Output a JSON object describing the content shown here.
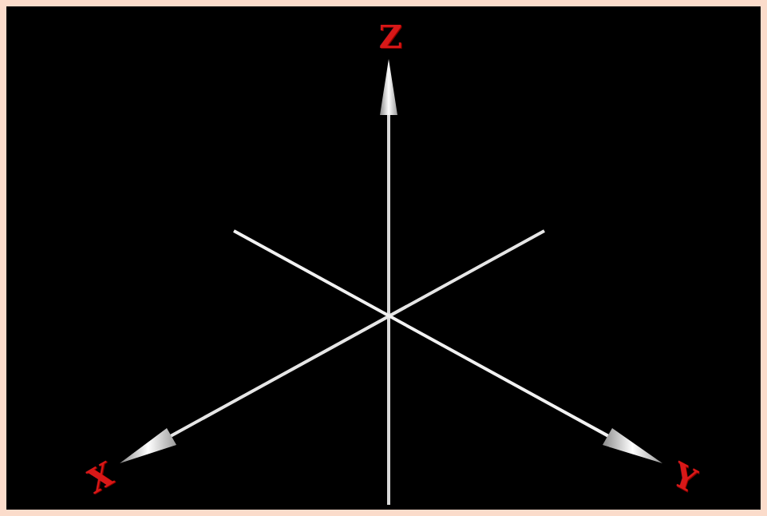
{
  "diagram": {
    "labels": [
      "Z",
      "X",
      "Y"
    ]
  }
}
